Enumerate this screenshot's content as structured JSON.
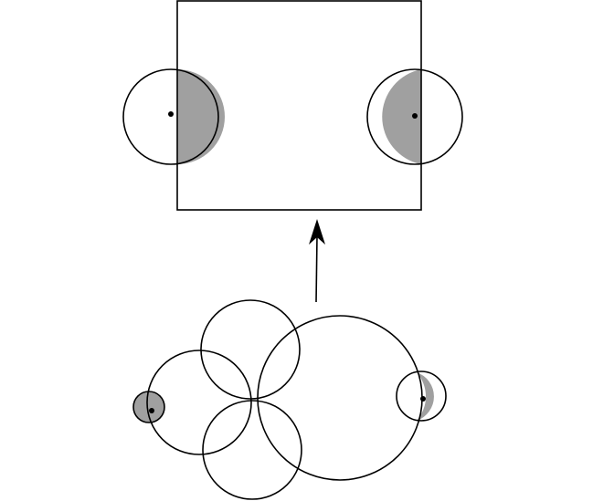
{
  "colors": {
    "background": "#ffffff",
    "stroke": "#000000",
    "shaded_region": "#a0a0a0"
  },
  "upper_figure": {
    "shape": "rectangle",
    "small_circles": 2,
    "shaded_halves": 2,
    "marked_centers": 2
  },
  "lower_figure": {
    "large_circles": 4,
    "biggest_circle": 1,
    "small_circles": 2,
    "shaded_small_circles": 2,
    "marked_centers": 2
  },
  "arrow": {
    "direction": "up"
  }
}
